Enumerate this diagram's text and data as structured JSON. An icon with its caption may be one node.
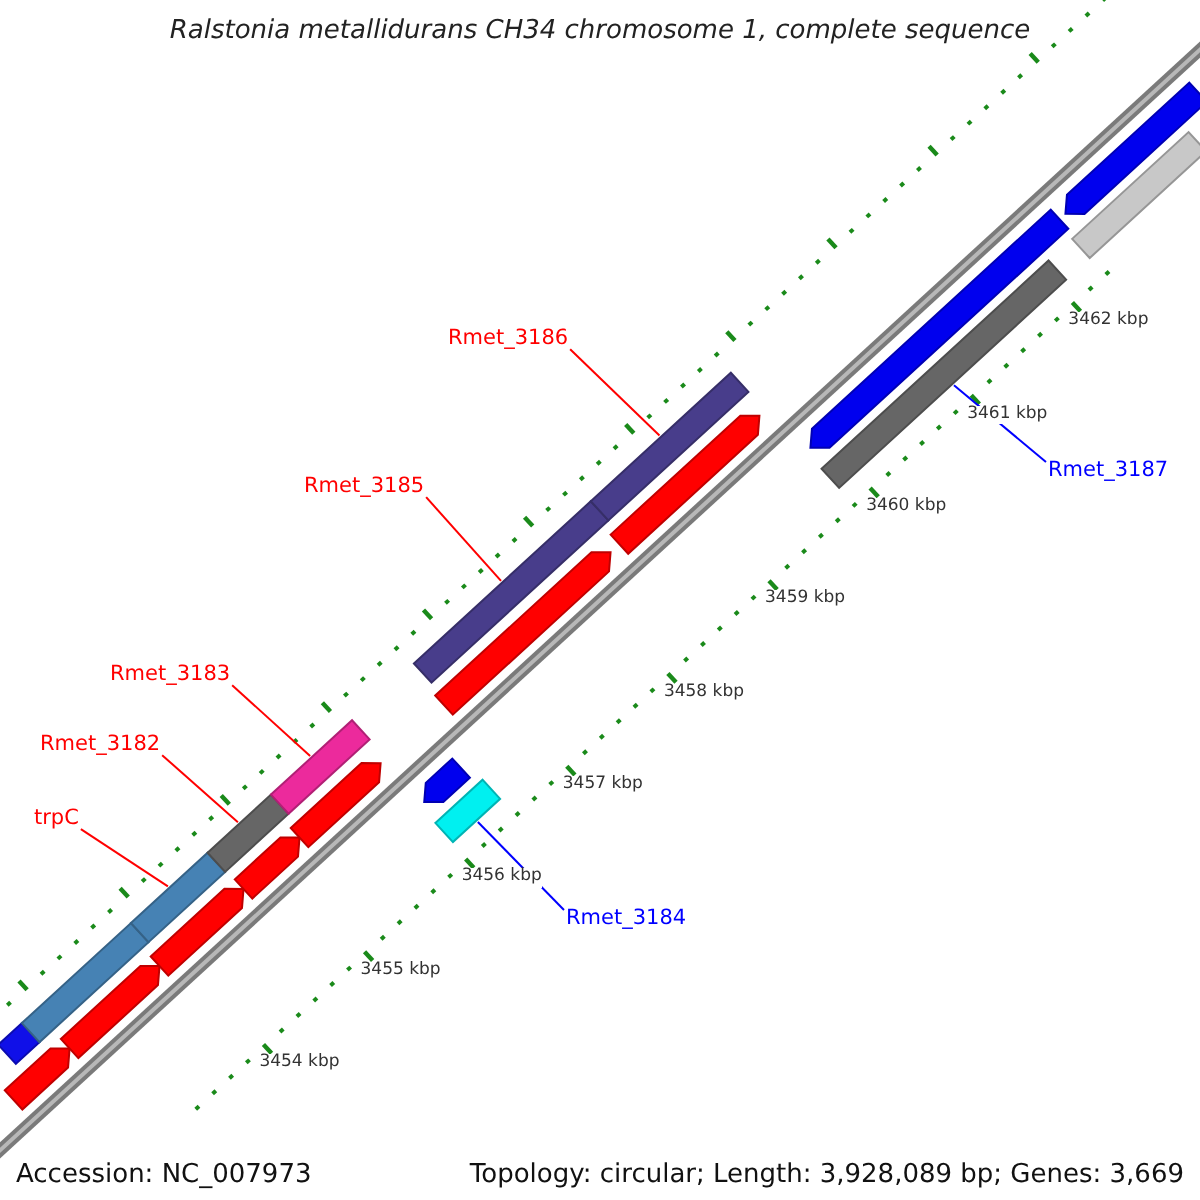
{
  "diagram": {
    "title": "Ralstonia metallidurans CH34 chromosome 1, complete sequence",
    "nodes": [
      {
        "text": [
          "Rmet_3186"
        ]
      },
      {
        "text": [
          "Rmet_3187"
        ]
      },
      {
        "text": [
          "Rmet_3185"
        ]
      },
      {
        "text": [
          "Rmet_3183"
        ]
      },
      {
        "text": [
          "Rmet_3182"
        ]
      },
      {
        "text": [
          "trpC"
        ]
      },
      {
        "text": [
          "Rmet_3184"
        ]
      },
      {
        "text": [],
        "shape": "bar"
      },
      {
        "text": [],
        "shape": "bar"
      },
      {
        "text": [],
        "shape": "bar"
      },
      {
        "text": [],
        "shape": "bar"
      },
      {
        "text": [],
        "shape": "bar"
      },
      {
        "text": [],
        "shape": "bar"
      },
      {
        "text": [],
        "shape": "bar"
      },
      {
        "text": [],
        "shape": "arrow"
      },
      {
        "text": [],
        "shape": "arrow"
      },
      {
        "text": [],
        "shape": "arrow"
      },
      {
        "text": [],
        "shape": "arrow"
      },
      {
        "text": [],
        "shape": "arrow"
      },
      {
        "text": [],
        "shape": "arrow"
      },
      {
        "text": [],
        "shape": "arrow"
      },
      {
        "text": [],
        "shape": "arrow"
      },
      {
        "text": [],
        "shape": "arrow"
      },
      {
        "text": [],
        "shape": "arrow"
      },
      {
        "text": [],
        "shape": "bar"
      },
      {
        "text": [],
        "shape": "bar"
      },
      {
        "text": [],
        "shape": "bar"
      }
    ],
    "edges": [
      {
        "from": 0,
        "to": 13,
        "arrow": "none"
      },
      {
        "from": 1,
        "to": 25,
        "arrow": "none",
        "color": "#0000ff"
      },
      {
        "from": 2,
        "to": 12,
        "arrow": "none"
      },
      {
        "from": 3,
        "to": 11,
        "arrow": "none"
      },
      {
        "from": 4,
        "to": 10,
        "arrow": "none"
      },
      {
        "from": 5,
        "to": 9,
        "arrow": "none"
      },
      {
        "from": 6,
        "to": 24,
        "arrow": "none",
        "color": "#0000ff"
      }
    ],
    "labels": [
      "3462 kbp",
      "3461 kbp",
      "3460 kbp",
      "3459 kbp",
      "3458 kbp",
      "3457 kbp",
      "3456 kbp",
      "3455 kbp",
      "3454 kbp",
      "Accession: NC_007973",
      "Topology: circular; Length: 3,928,089 bp; Genes: 3,669"
    ]
  }
}
